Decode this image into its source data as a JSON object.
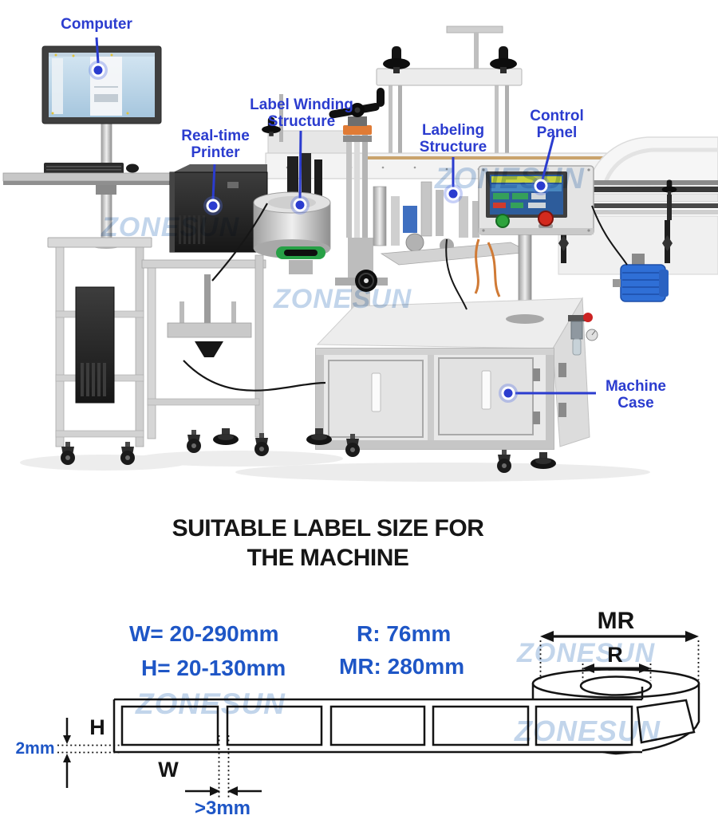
{
  "brand": {
    "watermark_text": "ZONESUN"
  },
  "colors": {
    "callout_blue": "#2b3ccf",
    "spec_blue": "#1e56c6",
    "title_black": "#161616",
    "watermark_blue": "#8fb2db",
    "diagram_line": "#141414"
  },
  "machine_photo": {
    "callouts": [
      {
        "id": "computer",
        "label": "Computer"
      },
      {
        "id": "real-time-printer",
        "label": "Real-time Printer"
      },
      {
        "id": "label-winding-structure",
        "label": "Label Winding Structure"
      },
      {
        "id": "labeling-structure",
        "label": "Labeling Structure"
      },
      {
        "id": "control-panel",
        "label": "Control Panel"
      },
      {
        "id": "machine-case",
        "label": "Machine Case"
      }
    ]
  },
  "section_title": {
    "line1": "SUITABLE LABEL SIZE FOR",
    "line2": "THE MACHINE"
  },
  "label_size_specs": {
    "width_range": "W= 20-290mm",
    "height_range": "H= 20-130mm",
    "roll_core": "R: 76mm",
    "max_roll": "MR: 280mm"
  },
  "label_diagram": {
    "mr_label": "MR",
    "r_label": "R",
    "h_label": "H",
    "w_label": "W",
    "edge_margin": "2mm",
    "min_gap": ">3mm"
  }
}
